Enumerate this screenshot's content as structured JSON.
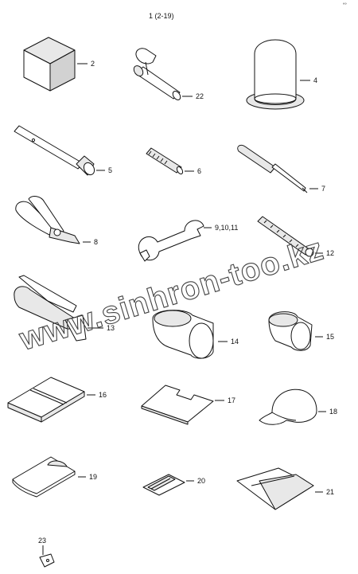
{
  "diagram": {
    "title": "1 (2-19)",
    "corner_mark": "°°",
    "watermark": "www.sinhron-too.kz",
    "callouts": [
      {
        "id": "2",
        "text": "2",
        "part_icon": "cube-icon"
      },
      {
        "id": "22",
        "text": "22",
        "part_icon": "pin-key-icon"
      },
      {
        "id": "4",
        "text": "4",
        "part_icon": "bell-cover-icon"
      },
      {
        "id": "5",
        "text": "5",
        "part_icon": "socket-rod-icon"
      },
      {
        "id": "6",
        "text": "6",
        "part_icon": "bolt-icon"
      },
      {
        "id": "7",
        "text": "7",
        "part_icon": "screwdriver-icon"
      },
      {
        "id": "8",
        "text": "8",
        "part_icon": "pliers-icon"
      },
      {
        "id": "9-10-11",
        "text": "9,10,11",
        "part_icon": "wrench-icon"
      },
      {
        "id": "12",
        "text": "12",
        "part_icon": "long-screwdriver-icon"
      },
      {
        "id": "13",
        "text": "13",
        "part_icon": "grease-gun-icon"
      },
      {
        "id": "14",
        "text": "14",
        "part_icon": "large-cup-icon"
      },
      {
        "id": "15",
        "text": "15",
        "part_icon": "small-cup-icon"
      },
      {
        "id": "16",
        "text": "16",
        "part_icon": "book-icon"
      },
      {
        "id": "17",
        "text": "17",
        "part_icon": "plate-icon"
      },
      {
        "id": "18",
        "text": "18",
        "part_icon": "cap-icon"
      },
      {
        "id": "19",
        "text": "19",
        "part_icon": "pouch-icon"
      },
      {
        "id": "20",
        "text": "20",
        "part_icon": "card-icon"
      },
      {
        "id": "21",
        "text": "21",
        "part_icon": "folder-icon"
      },
      {
        "id": "23",
        "text": "23",
        "part_icon": "tag-icon"
      }
    ]
  }
}
